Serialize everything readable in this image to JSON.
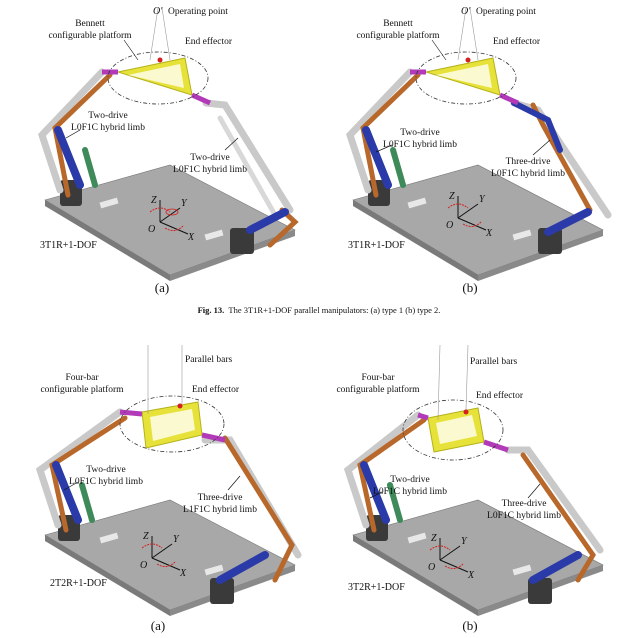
{
  "top_row": {
    "a": {
      "operating_point": "Operating point",
      "oprime": "O′",
      "platform_l1": "Bennett",
      "platform_l2": "configurable platform",
      "end_effector": "End effector",
      "limb1_l1": "Two-drive",
      "limb1_l2": "L0F1C hybrid limb",
      "limb2_l1": "Two-drive",
      "limb2_l2": "L0F1C hybrid limb",
      "dof": "3T1R+1-DOF",
      "axis_z": "Z",
      "axis_y": "Y",
      "axis_x": "X",
      "axis_o": "O"
    },
    "b": {
      "operating_point": "Operating point",
      "oprime": "O′",
      "platform_l1": "Bennett",
      "platform_l2": "configurable platform",
      "end_effector": "End effector",
      "limb1_l1": "Two-drive",
      "limb1_l2": "L0F1C hybrid limb",
      "limb2_l1": "Three-drive",
      "limb2_l2": "L0F1C hybrid limb",
      "dof": "3T1R+1-DOF",
      "axis_z": "Z",
      "axis_y": "Y",
      "axis_x": "X",
      "axis_o": "O"
    },
    "label_a": "(a)",
    "label_b": "(b)"
  },
  "caption": {
    "fig": "Fig. 13.",
    "text": "The 3T1R+1-DOF parallel manipulators: (a) type 1 (b) type 2."
  },
  "bottom_row": {
    "a": {
      "parallel_bars": "Parallel bars",
      "platform_l1": "Four-bar",
      "platform_l2": "configurable platform",
      "end_effector": "End effector",
      "limb1_l1": "Two-drive",
      "limb1_l2": "L0F1C hybrid limb",
      "limb2_l1": "Three-drive",
      "limb2_l2": "L1F1C hybrid limb",
      "dof": "2T2R+1-DOF",
      "axis_z": "Z",
      "axis_y": "Y",
      "axis_x": "X",
      "axis_o": "O"
    },
    "b": {
      "parallel_bars": "Parallel bars",
      "platform_l1": "Four-bar",
      "platform_l2": "configurable platform",
      "end_effector": "End effector",
      "limb1_l1": "Two-drive",
      "limb1_l2": "L0F1C hybrid limb",
      "limb2_l1": "Three-drive",
      "limb2_l2": "L0F1C hybrid limb",
      "dof": "3T2R+1-DOF",
      "axis_z": "Z",
      "axis_y": "Y",
      "axis_x": "X",
      "axis_o": "O"
    },
    "label_a": "(a)",
    "label_b": "(b)"
  },
  "colors": {
    "base_plate": "#9a9a9a",
    "platform": "#e6e23a",
    "limb_blue": "#2a3aa8",
    "limb_orange": "#b8682a",
    "limb_gray": "#c9c9c9",
    "joint_magenta": "#b23ab8",
    "joint_green": "#3f8a5a",
    "motor": "#3a3a3a",
    "axis_red": "#d42020"
  }
}
